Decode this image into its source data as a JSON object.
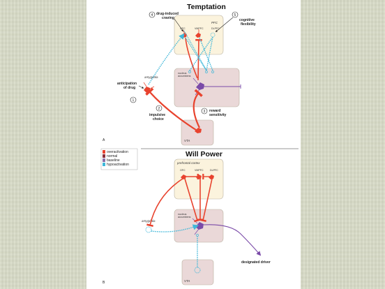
{
  "panel_a": {
    "title": "Temptation",
    "letter": "A",
    "pfc_label": "PFC",
    "ofc": "OFC",
    "vmpfc": "VMPFC",
    "dlpfc": "DLPFC",
    "amygdala": "amygdala",
    "nucleus_accumbens": "nucleus accumbens",
    "vta": "VTA",
    "callouts": [
      {
        "number": "4",
        "text_line1": "drug-induced",
        "text_line2": "craving"
      },
      {
        "number": "5",
        "text_line1": "cognitive",
        "text_line2": "flexibility"
      },
      {
        "number": "1",
        "text_line1": "anticipation",
        "text_line2": "of drug"
      },
      {
        "number": "2",
        "text_line1": "impulsive",
        "text_line2": "choice"
      },
      {
        "number": "3",
        "text_line1": "reward",
        "text_line2": "sensitivity"
      }
    ]
  },
  "panel_b": {
    "title": "Will Power",
    "letter": "B",
    "pfc_label": "prefrontal cortex",
    "ofc": "OFC",
    "vmpfc": "VMPFC",
    "dlpfc": "DLPFC",
    "amygdala": "amygdala",
    "nucleus_accumbens": "nucleus accumbens",
    "vta": "VTA",
    "driver": "designated driver"
  },
  "legend": [
    {
      "label": "overactivation",
      "color": "#e8432e"
    },
    {
      "label": "normal",
      "color": "#8a2f3a"
    },
    {
      "label": "baseline",
      "color": "#8b6fa8"
    },
    {
      "label": "hypoactivation",
      "color": "#3fb7d9"
    }
  ],
  "colors": {
    "red": "#e8432e",
    "cyan": "#3fb7d9",
    "purple": "#7a4aa8",
    "box_fill": "#fbf3dd",
    "nac_fill": "#ead8d8"
  }
}
